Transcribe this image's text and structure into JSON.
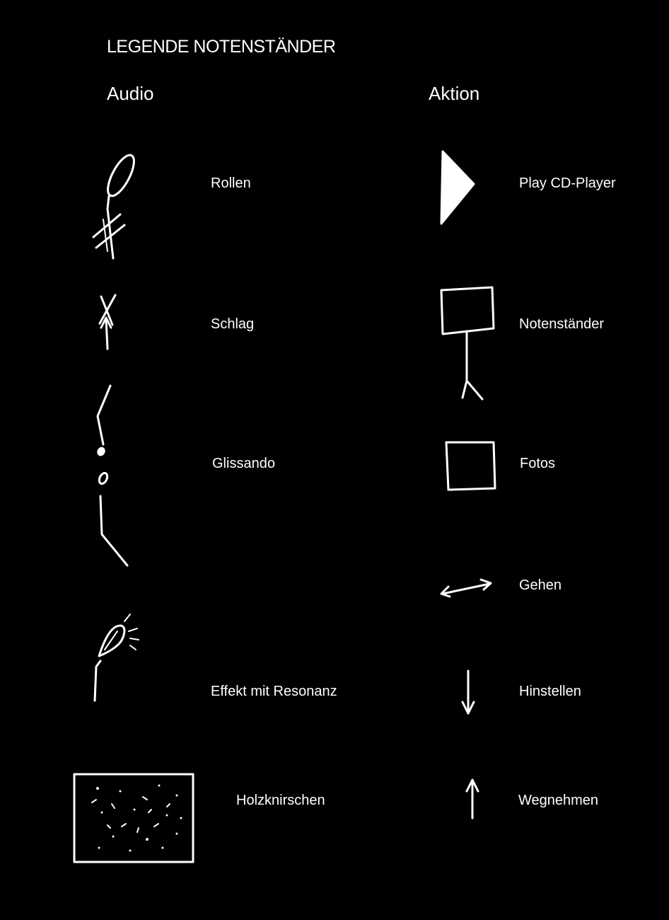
{
  "title": "LEGENDE NOTENSTÄNDER",
  "columns": {
    "audio": {
      "header": "Audio",
      "items": [
        {
          "label": "Rollen",
          "icon": "rollen-symbol-icon"
        },
        {
          "label": "Schlag",
          "icon": "schlag-symbol-icon"
        },
        {
          "label": "Glissando",
          "icon": "glissando-symbol-icon"
        },
        {
          "label": "Effekt mit Resonanz",
          "icon": "effekt-resonanz-symbol-icon"
        },
        {
          "label": "Holzknirschen",
          "icon": "holzknirschen-symbol-icon"
        }
      ]
    },
    "aktion": {
      "header": "Aktion",
      "items": [
        {
          "label": "Play CD-Player",
          "icon": "play-triangle-icon"
        },
        {
          "label": "Notenständer",
          "icon": "music-stand-icon"
        },
        {
          "label": "Fotos",
          "icon": "photo-square-icon"
        },
        {
          "label": "Gehen",
          "icon": "double-arrow-icon"
        },
        {
          "label": "Hinstellen",
          "icon": "arrow-down-icon"
        },
        {
          "label": "Wegnehmen",
          "icon": "arrow-up-icon"
        }
      ]
    }
  },
  "colors": {
    "background": "#000000",
    "foreground": "#ffffff"
  }
}
